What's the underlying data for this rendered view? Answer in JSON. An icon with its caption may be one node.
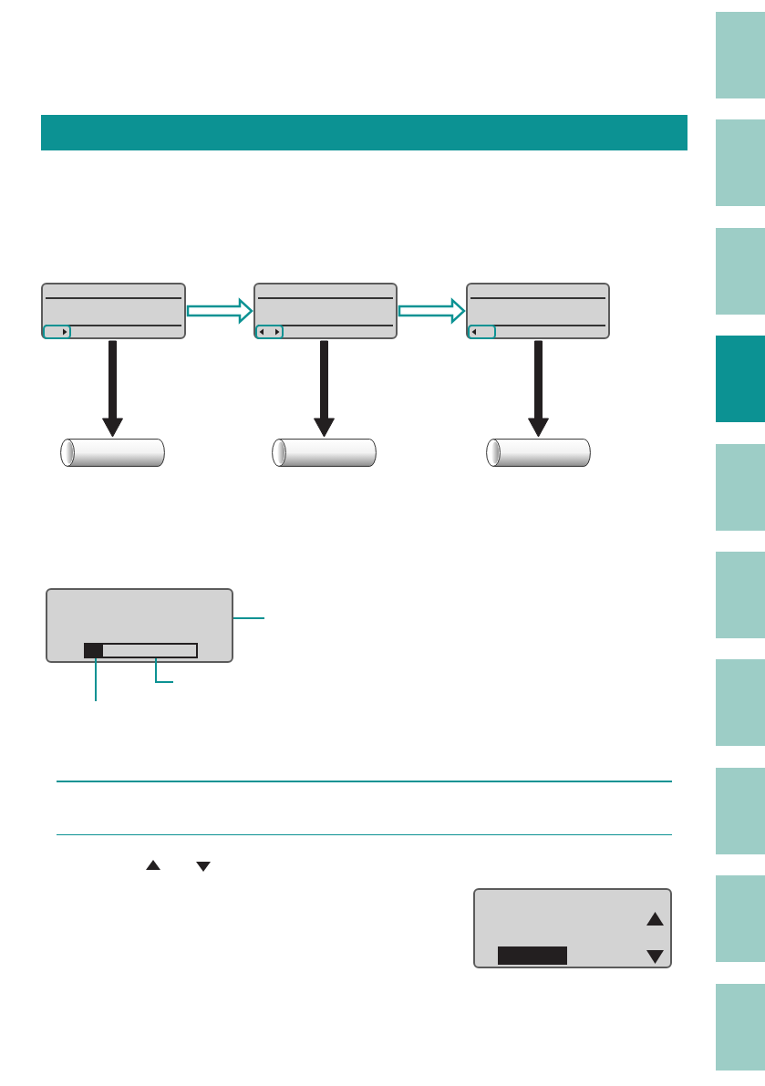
{
  "diagram": {
    "nodes": [
      {
        "text": [],
        "shape": "box"
      },
      {
        "text": [],
        "shape": "box"
      },
      {
        "text": [],
        "shape": "box"
      },
      {
        "text": [],
        "shape": "cylinder"
      },
      {
        "text": [],
        "shape": "cylinder"
      },
      {
        "text": [],
        "shape": "cylinder"
      },
      {
        "text": [],
        "shape": "box"
      },
      {
        "text": [],
        "shape": "bar",
        "in": 6
      },
      {
        "text": [],
        "shape": "box",
        "in": 7
      },
      {
        "text": [],
        "shape": "box"
      }
    ],
    "edges": [
      {
        "from": 0,
        "to": 1,
        "arrow": "to"
      },
      {
        "from": 1,
        "to": 2,
        "arrow": "to"
      },
      {
        "from": 0,
        "to": 3,
        "arrow": "to",
        "style": "thick",
        "color": "#231f20"
      },
      {
        "from": 1,
        "to": 4,
        "arrow": "to",
        "style": "thick",
        "color": "#231f20"
      },
      {
        "from": 2,
        "to": 5,
        "arrow": "to",
        "style": "thick",
        "color": "#231f20"
      },
      {
        "from": null,
        "to": 6,
        "arrow": "none"
      },
      {
        "from": null,
        "to": 7,
        "arrow": "none"
      },
      {
        "from": null,
        "to": 8,
        "arrow": "none"
      }
    ]
  }
}
